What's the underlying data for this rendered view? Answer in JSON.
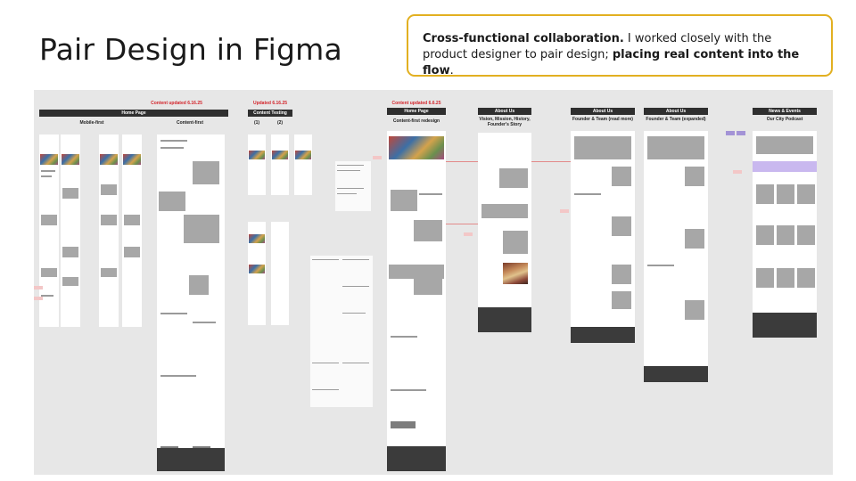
{
  "slide": {
    "title": "Pair Design in Figma",
    "callout": {
      "bold_lead": "Cross-functional collaboration.",
      "text_mid": " I worked closely with the product designer to pair design; ",
      "bold_tail": "placing real content into the flow",
      "text_end": "."
    }
  },
  "canvas": {
    "sections": [
      {
        "red_label": "Content updated 6.16.25",
        "bar_title": "Home Page",
        "col_a": "Mobile-first",
        "col_b": "Content-first"
      },
      {
        "red_label": "Updated 6.16.25",
        "bar_title": "Content Testing",
        "col_a": "(1)",
        "col_b": "(2)"
      },
      {
        "red_label": "Content updated 6.6.25",
        "bar_title": "Home Page",
        "sub_title": "Content-first redesign"
      },
      {
        "bar_title": "About Us",
        "sub_title": "Vision, Mission, History, Founder's Story"
      },
      {
        "bar_title": "About Us",
        "sub_title": "Founder & Team (read more)"
      },
      {
        "bar_title": "About Us",
        "sub_title": "Founder & Team (expanded)"
      },
      {
        "bar_title": "News & Events",
        "sub_title": "Our City Podcast"
      }
    ]
  },
  "colors": {
    "callout_border": "#e2b021",
    "canvas_bg": "#e7e7e7",
    "red_label": "#d3262c",
    "header_bar": "#2f2f2f"
  }
}
